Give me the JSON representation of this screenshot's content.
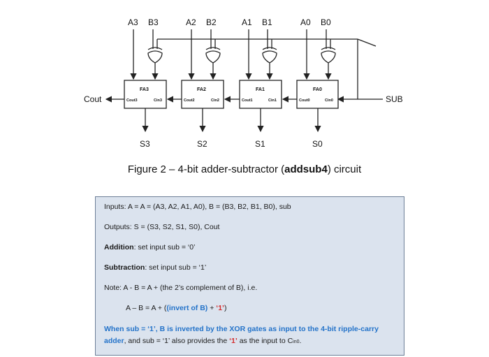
{
  "diagram": {
    "inputs_top": [
      "A3",
      "B3",
      "A2",
      "B2",
      "A1",
      "B1",
      "A0",
      "B0"
    ],
    "adders": [
      {
        "name": "FA3",
        "cout": "Cout3",
        "cin": "Cin3",
        "sum": "S3"
      },
      {
        "name": "FA2",
        "cout": "Cout2",
        "cin": "Cin2",
        "sum": "S2"
      },
      {
        "name": "FA1",
        "cout": "Cout1",
        "cin": "Cin1",
        "sum": "S1"
      },
      {
        "name": "FA0",
        "cout": "Cout0",
        "cin": "Cin0",
        "sum": "S0"
      }
    ],
    "cout_label": "Cout",
    "sub_label": "SUB"
  },
  "caption": {
    "prefix": "Figure 2 –  4-bit adder-subtractor (",
    "bold": "addsub4",
    "suffix": ") circuit"
  },
  "notes": {
    "inputs": "Inputs: A = A = (A3, A2, A1, A0), B = (B3, B2, B1, B0), sub",
    "outputs": "Outputs: S = (S3, S2, S1, S0), Cout",
    "addition_label": "Addition",
    "addition_text": ": set input sub = ‘0’",
    "subtraction_label": "Subtraction",
    "subtraction_text": ":  set input sub = ‘1’",
    "note": "Note: A - B = A +  (the 2’s complement of B),   i.e.",
    "formula_prefix": "A – B = A + (",
    "formula_blue": "(invert of B)",
    "formula_mid": " + ",
    "formula_red": "‘1’",
    "formula_suffix": ")",
    "final_blue_1": "When sub = ‘1’, B is inverted by the XOR gates as input to the 4-bit ripple-carry",
    "final_blue_2": "adder",
    "final_text_2": ", and sub = ‘1’ also provides the ",
    "final_red_2": "‘1’",
    "final_text_2b": " as the input to C",
    "final_sub_2": "in0",
    "final_end_2": "."
  },
  "colors": {
    "blue": "#2473c9",
    "red": "#d42b2b",
    "box_fill": "#dbe3ee",
    "box_border": "#6d7f97"
  }
}
